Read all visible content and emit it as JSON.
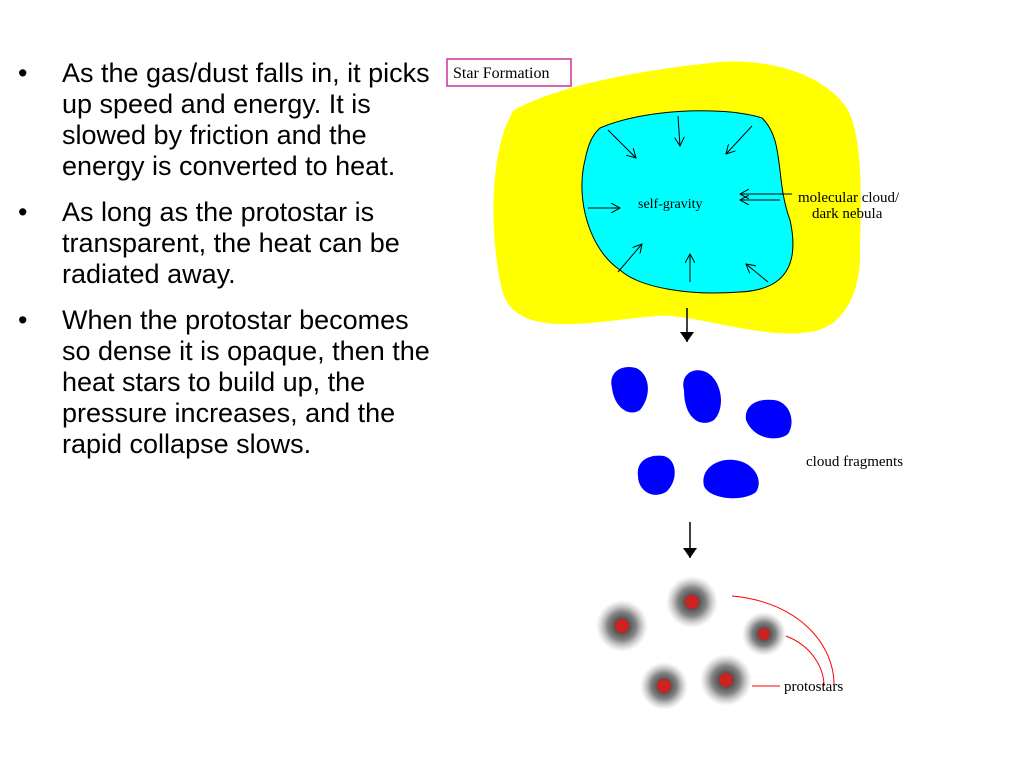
{
  "bullets": [
    {
      "marker": "•",
      "text": "As the gas/dust falls in, it picks up speed and energy.  It is slowed by friction and the energy is converted to heat."
    },
    {
      "marker": "•",
      "text": "As long as the protostar is transparent, the heat can be radiated away."
    },
    {
      "marker": "•",
      "text": "When the protostar becomes so dense it is opaque, then the heat stars to build up, the pressure increases, and the rapid collapse slows."
    }
  ],
  "diagram": {
    "title": "Star Formation",
    "self_gravity_label": "self-gravity",
    "cloud_label_line1": "molecular cloud/",
    "cloud_label_line2": "dark nebula",
    "fragments_label": "cloud fragments",
    "protostars_label": "protostars",
    "colors": {
      "cloud": "#ffff00",
      "core": "#00ffff",
      "fragment": "#0000ff",
      "protostar": "#cc2222",
      "connector": "#ff0000",
      "title_border": "#cc3399"
    }
  }
}
